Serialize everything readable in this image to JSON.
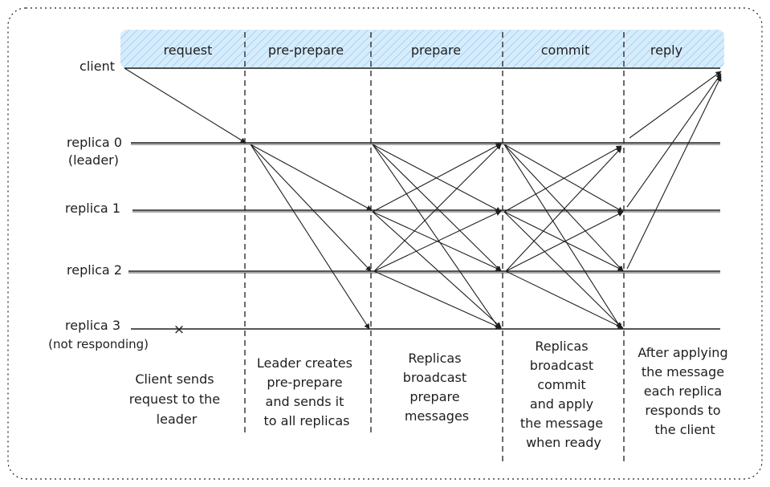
{
  "phases": [
    "request",
    "pre-prepare",
    "prepare",
    "commit",
    "reply"
  ],
  "participants": {
    "client": {
      "label": "client"
    },
    "replica0": {
      "label": "replica 0",
      "sublabel": "(leader)"
    },
    "replica1": {
      "label": "replica 1"
    },
    "replica2": {
      "label": "replica 2"
    },
    "replica3": {
      "label": "replica 3",
      "sublabel": "(not responding)"
    }
  },
  "failure_marker": "×",
  "descriptions": {
    "request": [
      "Client sends",
      "request to the",
      "leader"
    ],
    "pre_prepare": [
      "Leader creates",
      "pre-prepare",
      "and sends it",
      "to all replicas"
    ],
    "prepare": [
      "Replicas",
      "broadcast",
      "prepare",
      "messages"
    ],
    "commit": [
      "Replicas",
      "broadcast",
      "commit",
      "and apply",
      "the message",
      "when ready"
    ],
    "reply": [
      "After applying",
      "the message",
      "each replica",
      "responds to",
      "the client"
    ]
  },
  "colors": {
    "header_fill": "#a5d8ff",
    "stroke": "#1e1e1e",
    "frame": "#1e1e1e"
  }
}
